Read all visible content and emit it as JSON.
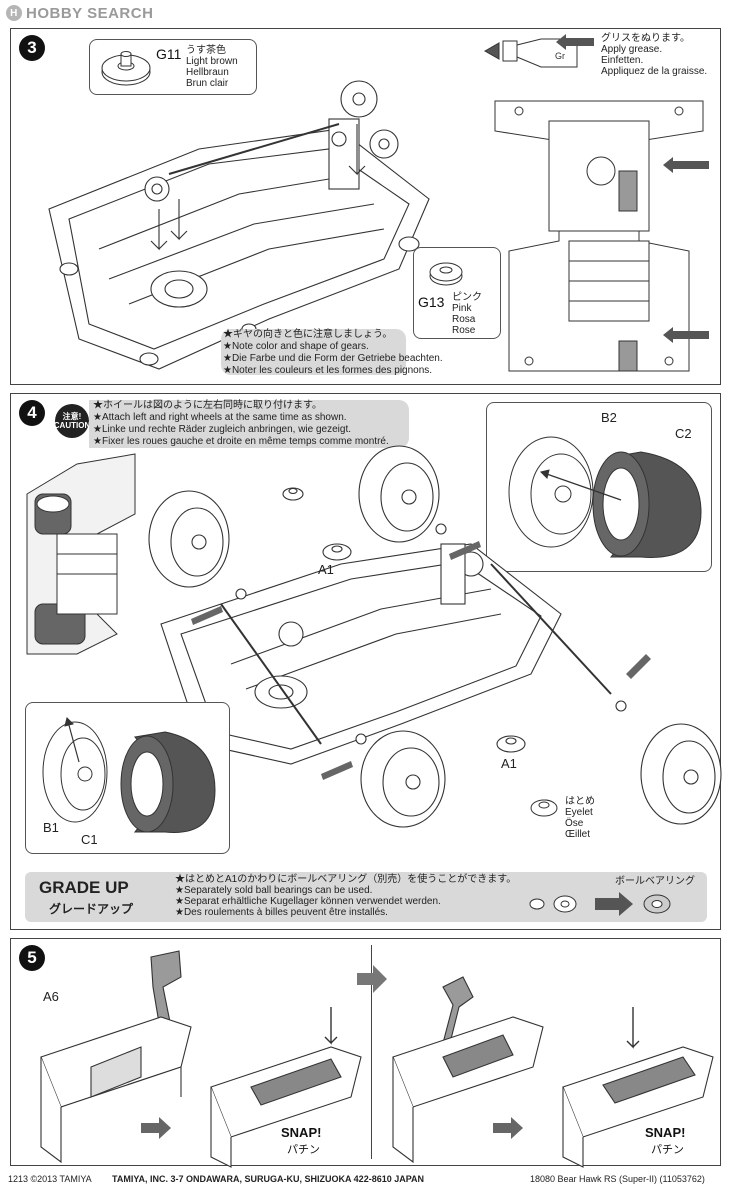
{
  "header": {
    "logo_mark": "H",
    "site_name": "HOBBY SEARCH"
  },
  "step3": {
    "number": "3",
    "g11": {
      "code": "G11",
      "names": [
        "うす茶色",
        "Light brown",
        "Hellbraun",
        "Brun clair"
      ]
    },
    "grease": [
      "グリスをぬります。",
      "Apply grease.",
      "Einfetten.",
      "Appliquez de la graisse."
    ],
    "g13": {
      "code": "G13",
      "names": [
        "ピンク",
        "Pink",
        "Rosa",
        "Rose"
      ]
    },
    "note": [
      "★ギヤの向きと色に注意しましょう。",
      "★Note color and shape of gears.",
      "★Die Farbe und die Form der Getriebe beachten.",
      "★Noter les couleurs et les formes des pignons."
    ]
  },
  "step4": {
    "number": "4",
    "caution": [
      "注意!",
      "CAUTION"
    ],
    "note": [
      "★ホイールは図のように左右同時に取り付けます。",
      "★Attach left and right wheels at the same time as shown.",
      "★Linke und rechte Räder zugleich anbringen, wie gezeigt.",
      "★Fixer les roues gauche et droite en même temps comme montré."
    ],
    "labels": {
      "b2": "B2",
      "c2": "C2",
      "a1_top": "A1",
      "a1_bottom": "A1",
      "b1": "B1",
      "c1": "C1"
    },
    "eyelet": [
      "はとめ",
      "Eyelet",
      "Öse",
      "Œillet"
    ],
    "gradeup": {
      "title": "GRADE UP",
      "subtitle": "グレードアップ",
      "lines": [
        "★はとめとA1のかわりにボールベアリング（別売）を使うことができます。",
        "★Separately sold ball bearings can be used.",
        "★Separat erhältliche Kugellager können verwendet werden.",
        "★Des roulements à billes peuvent être installés."
      ],
      "bearing_label": "ボールベアリング"
    }
  },
  "step5": {
    "number": "5",
    "part": "A6",
    "snap1": "SNAP!",
    "snap1_sub": "パチン",
    "snap2": "SNAP!",
    "snap2_sub": "パチン"
  },
  "footer": {
    "left": "1213 ©2013 TAMIYA",
    "center": "TAMIYA, INC.  3-7 ONDAWARA, SURUGA-KU, SHIZUOKA 422-8610 JAPAN",
    "right": "18080  Bear Hawk RS (Super-II) (11053762)"
  }
}
